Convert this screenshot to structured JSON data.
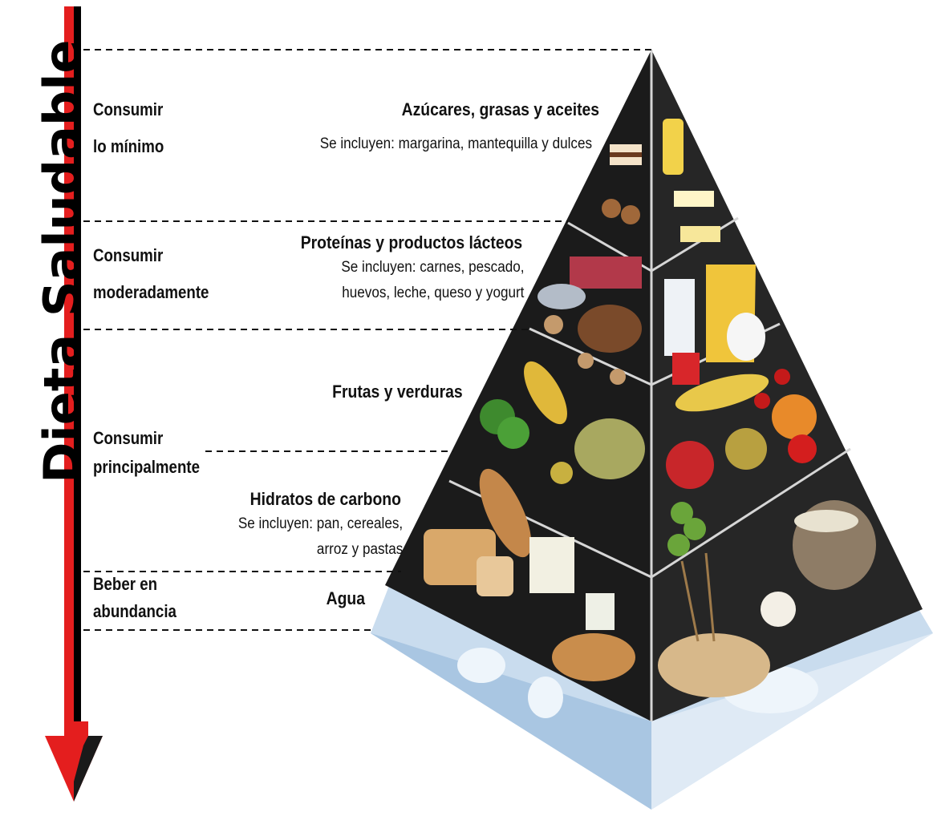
{
  "side_title": "Dieta Saludable",
  "levels": [
    {
      "label_line1": "Consumir",
      "label_line2": "lo mínimo",
      "category": "Azúcares, grasas y aceites",
      "description": [
        "Se incluyen: margarina, mantequilla y dulces"
      ]
    },
    {
      "label_line1": "Consumir",
      "label_line2": "moderadamente",
      "category": "Proteínas y productos lácteos",
      "description": [
        "Se incluyen: carnes, pescado,",
        "huevos, leche, queso y yogurt"
      ]
    },
    {
      "label_line1": "Consumir",
      "label_line2": "principalmente",
      "category": "Frutas y verduras",
      "category2": "Hidratos de carbono",
      "description": [
        "Se incluyen: pan, cereales,",
        "arroz y pastas"
      ]
    },
    {
      "label_line1": "Beber en",
      "label_line2": "abundancia",
      "category": "Agua"
    }
  ],
  "colors": {
    "arrow": "#e41e1e",
    "arrow_shadow": "#000000",
    "pyramid_dark": "#1b1b1b",
    "water": "#b9d4ea",
    "water_shade": "#dce9f4"
  }
}
